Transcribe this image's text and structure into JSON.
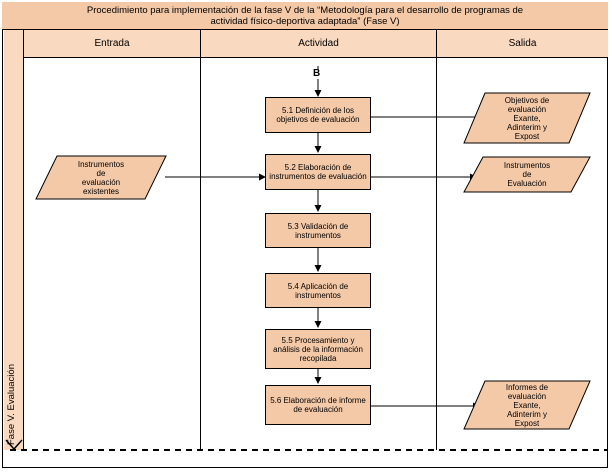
{
  "title": {
    "line1": "Procedimiento para implementación de la fase V de la “Metodología  para el desarrollo de programas de",
    "line2": "actividad físico-deportiva adaptada” (Fase V)"
  },
  "lane_label": "Fase V. Evaluación",
  "columns": [
    "Entrada",
    "Actividad",
    "Salida"
  ],
  "connector_label": "B",
  "activities": [
    "5.1 Definición de los objetivos de evaluación",
    "5.2 Elaboración de instrumentos de evaluación",
    "5.3 Validación de instrumentos",
    "5.4 Aplicación de instrumentos",
    "5.5 Procesamiento y análisis de la información recopilada",
    "5.6 Elaboración de informe de evaluación"
  ],
  "inputs": [
    "Instrumentos\nde\nevaluación\nexistentes"
  ],
  "outputs": [
    "Objetivos de\nevaluación\nExante,\nAdinterim y\nExpost",
    "Instrumentos\nde\nEvaluación",
    "Informes de\nevaluación\nExante,\nAdinterim y\nExpost"
  ],
  "colors": {
    "shape_fill": "#f4c9a8",
    "header_fill": "#f9d9c0",
    "stroke": "#000000"
  }
}
